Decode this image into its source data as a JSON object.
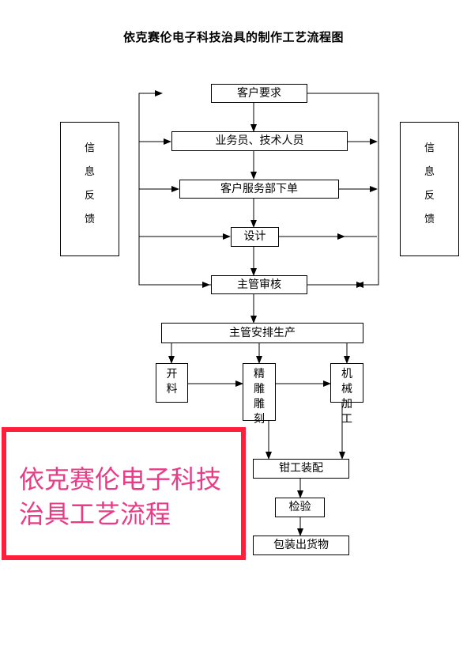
{
  "title": "依克赛伦电子科技治具的制作工艺流程图",
  "side_left": "信息反馈",
  "side_right": "信息反馈",
  "steps": {
    "customer_request": "客户要求",
    "sales_tech": "业务员、技术人员",
    "cs_order": "客户服务部下单",
    "design": "设计",
    "supervisor_review": "主管审核",
    "arrange_production": "主管安排生产",
    "cutting": "开料",
    "engraving": "精雕雕刻",
    "machining": "机械加工",
    "assembly": "钳工装配",
    "inspection": "检验",
    "shipping": "包装出货物"
  },
  "overlay_text": "依克赛伦电子科技治具工艺流程",
  "colors": {
    "overlay_border": "#ff1f3c",
    "overlay_text": "#e83d86"
  }
}
